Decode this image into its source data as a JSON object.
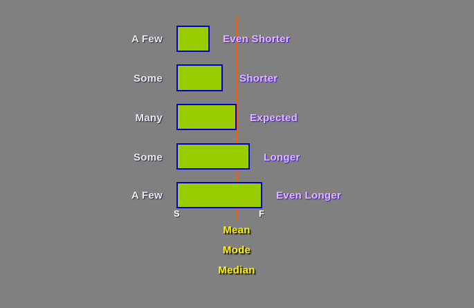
{
  "chart_data": {
    "type": "bar",
    "title": "",
    "orientation": "horizontal",
    "xlabel": "",
    "ylabel": "",
    "grid": false,
    "legend_position": "none",
    "bar_fill_color": "#9ACD00",
    "bar_border_color": "#0000CD",
    "background_color": "#808080",
    "center_line_color": "#FF5A00",
    "categories": [
      "A Few",
      "Some",
      "Many",
      "Some",
      "A Few"
    ],
    "annotations": [
      "Even Shorter",
      "Shorter",
      "Expected",
      "Longer",
      "Even Longer"
    ],
    "values": [
      48,
      67,
      87,
      106,
      124
    ],
    "center_line_value": 87,
    "bars": [
      {
        "frequency": "A Few",
        "duration": "Even Shorter",
        "length": 48
      },
      {
        "frequency": "Some",
        "duration": "Shorter",
        "length": 67
      },
      {
        "frequency": "Many",
        "duration": "Expected",
        "length": 87
      },
      {
        "frequency": "Some",
        "duration": "Longer",
        "length": 106
      },
      {
        "frequency": "A Few",
        "duration": "Even Longer",
        "length": 124
      }
    ]
  },
  "axis": {
    "start_mark": "S",
    "finish_mark": "F"
  },
  "statistics": [
    {
      "label": "Mean"
    },
    {
      "label": "Mode"
    },
    {
      "label": "Median"
    }
  ]
}
